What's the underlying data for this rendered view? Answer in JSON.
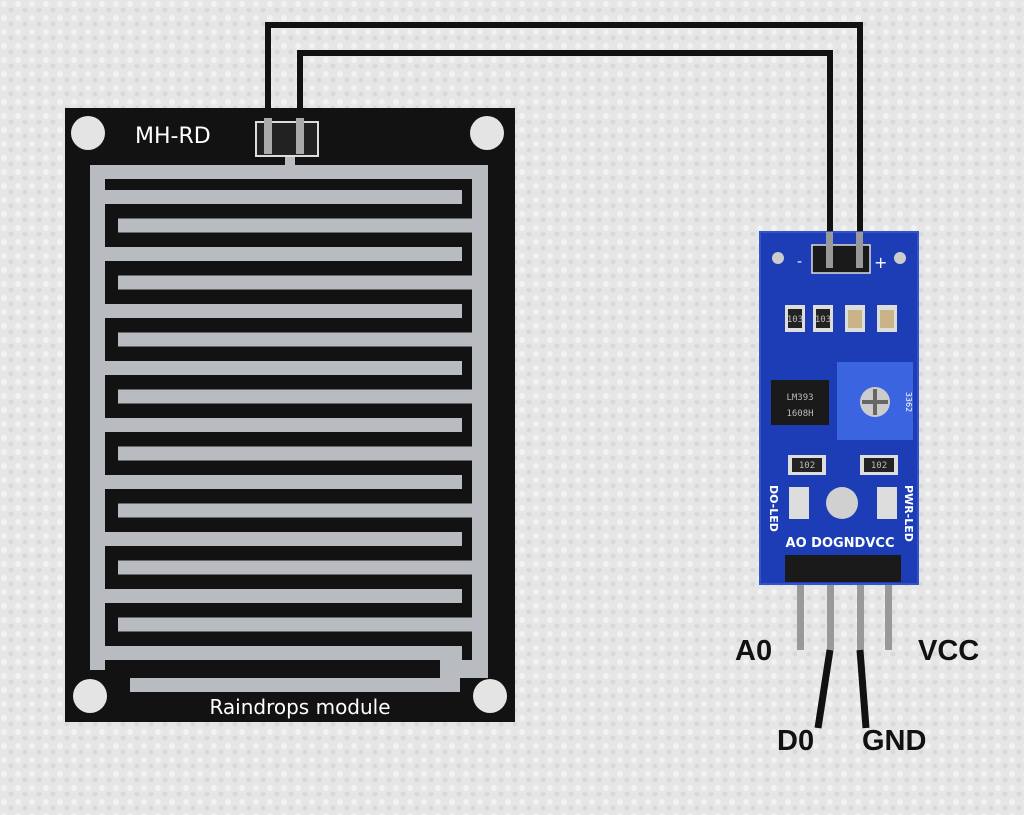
{
  "sensor_board": {
    "top_label": "MH-RD",
    "bottom_label": "Raindrops module"
  },
  "control_module": {
    "pin_header_silk": "AO DOGNDVCC",
    "led_left_silk": "DO-LED",
    "led_right_silk": "PWR-LED",
    "chip_text": [
      "LM393",
      "1608H"
    ],
    "resistors": [
      "103",
      "103",
      "102",
      "102"
    ],
    "potentiometer": "3362",
    "input_minus": "-",
    "input_plus": "+"
  },
  "pin_labels": {
    "a0": "A0",
    "d0": "D0",
    "gnd": "GND",
    "vcc": "VCC"
  },
  "colors": {
    "background": "#e6e6e6",
    "board": "#111111",
    "trace": "#b8bcc0",
    "module": "#1c3db5"
  }
}
